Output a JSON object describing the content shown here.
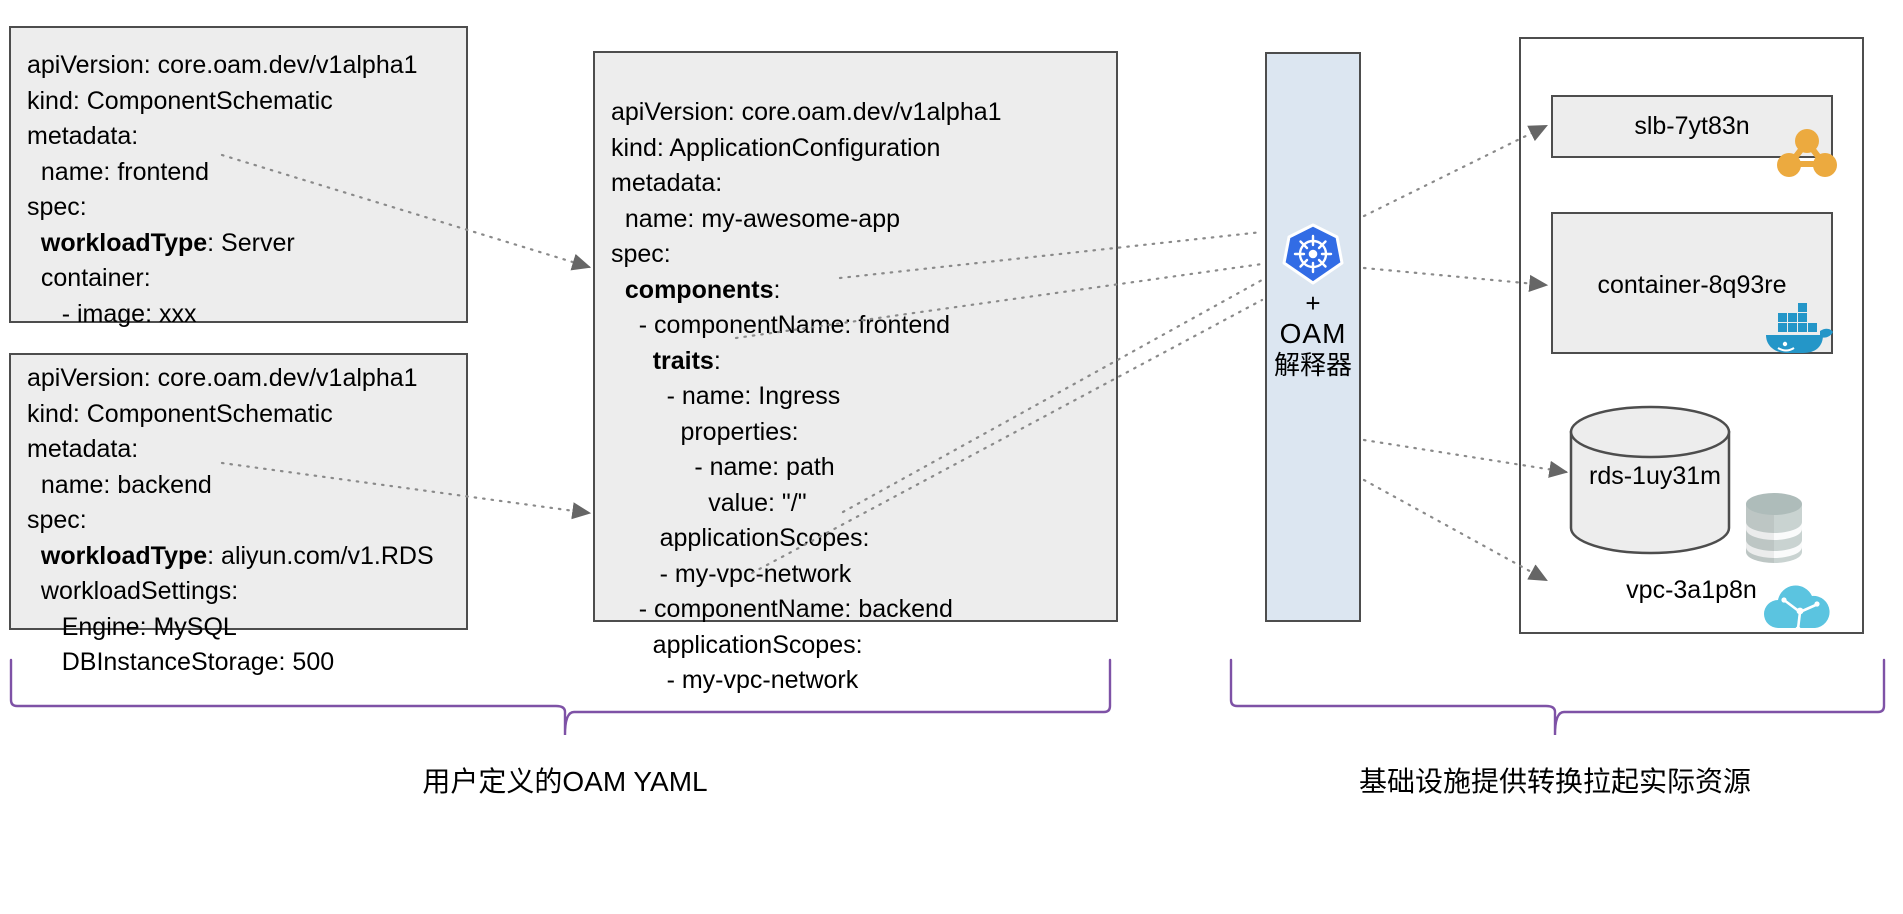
{
  "diagram": {
    "left_section": {
      "component_frontend": {
        "name": "component-schematic-frontend",
        "lines": [
          {
            "text": "apiVersion: core.oam.dev/v1alpha1",
            "bold_prefix": ""
          },
          {
            "text": "kind: ComponentSchematic",
            "bold_prefix": ""
          },
          {
            "text": "metadata:",
            "bold_prefix": ""
          },
          {
            "text": "  name: frontend",
            "bold_prefix": ""
          },
          {
            "text": "spec:",
            "bold_prefix": ""
          },
          {
            "text": "  workloadType: Server",
            "bold_prefix": "workloadType"
          },
          {
            "text": "  container:",
            "bold_prefix": ""
          },
          {
            "text": "     - image: xxx",
            "bold_prefix": ""
          },
          {
            "text": "        …",
            "bold_prefix": ""
          }
        ]
      },
      "component_backend": {
        "name": "component-schematic-backend",
        "lines": [
          {
            "text": "apiVersion: core.oam.dev/v1alpha1",
            "bold_prefix": ""
          },
          {
            "text": "kind: ComponentSchematic",
            "bold_prefix": ""
          },
          {
            "text": "metadata:",
            "bold_prefix": ""
          },
          {
            "text": "  name: backend",
            "bold_prefix": ""
          },
          {
            "text": "spec:",
            "bold_prefix": ""
          },
          {
            "text": "  workloadType: aliyun.com/v1.RDS",
            "bold_prefix": "workloadType"
          },
          {
            "text": "  workloadSettings:",
            "bold_prefix": ""
          },
          {
            "text": "     Engine: MySQL",
            "bold_prefix": ""
          },
          {
            "text": "     DBInstanceStorage: 500",
            "bold_prefix": ""
          }
        ]
      }
    },
    "middle_section": {
      "application_configuration": {
        "name": "application-configuration",
        "lines": [
          {
            "text": "apiVersion: core.oam.dev/v1alpha1",
            "bold_prefix": ""
          },
          {
            "text": "kind: ApplicationConfiguration",
            "bold_prefix": ""
          },
          {
            "text": "metadata:",
            "bold_prefix": ""
          },
          {
            "text": "  name: my-awesome-app",
            "bold_prefix": ""
          },
          {
            "text": "spec:",
            "bold_prefix": ""
          },
          {
            "text": "  components:",
            "bold_prefix": "components"
          },
          {
            "text": "    - componentName: frontend",
            "bold_prefix": ""
          },
          {
            "text": "      traits:",
            "bold_prefix": "traits"
          },
          {
            "text": "        - name: Ingress",
            "bold_prefix": ""
          },
          {
            "text": "          properties:",
            "bold_prefix": ""
          },
          {
            "text": "            - name: path",
            "bold_prefix": ""
          },
          {
            "text": "              value: \"/\"",
            "bold_prefix": ""
          },
          {
            "text": "       applicationScopes:",
            "bold_prefix": ""
          },
          {
            "text": "       - my-vpc-network",
            "bold_prefix": ""
          },
          {
            "text": "    - componentName: backend",
            "bold_prefix": ""
          },
          {
            "text": "      applicationScopes:",
            "bold_prefix": ""
          },
          {
            "text": "        - my-vpc-network",
            "bold_prefix": ""
          }
        ]
      }
    },
    "interpreter_column": {
      "name": "oam-interpreter",
      "icon": "kubernetes-icon",
      "plus": "+",
      "title": "OAM",
      "subtitle": "解释器",
      "fill_color": "#dce6f1"
    },
    "right_section": {
      "name": "infrastructure-resources",
      "resources": [
        {
          "id": "slb",
          "label": "slb-7yt83n",
          "icon": "slb-icon",
          "icon_color": "#ecaa3f",
          "shape": "rect"
        },
        {
          "id": "container",
          "label": "container-8q93re",
          "icon": "docker-whale-icon",
          "icon_color": "#2496c8",
          "shape": "rect"
        },
        {
          "id": "rds",
          "label": "rds-1uy31m",
          "icon": "database-stack-icon",
          "icon_color": "#9fb0ae",
          "shape": "cylinder"
        },
        {
          "id": "vpc",
          "label": "vpc-3a1p8n",
          "icon": "vpc-cloud-icon",
          "icon_color": "#5bc4e0",
          "shape": "none"
        }
      ]
    },
    "captions": {
      "left": "用户定义的OAM YAML",
      "right": "基础设施提供转换拉起实际资源",
      "brace_color": "#7e52a6"
    }
  }
}
